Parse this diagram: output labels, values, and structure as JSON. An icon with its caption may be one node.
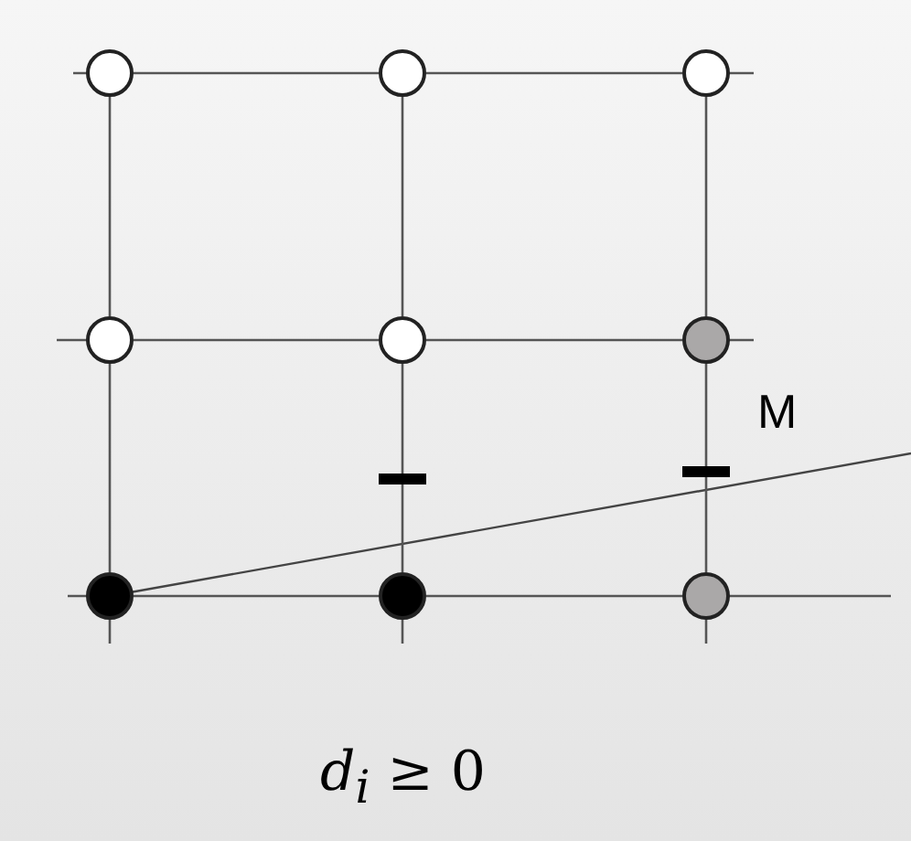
{
  "diagram": {
    "nodes": [
      {
        "text": [],
        "shape": "circle"
      },
      {
        "text": [],
        "shape": "circle"
      },
      {
        "text": [],
        "shape": "circle"
      },
      {
        "text": [],
        "shape": "circle"
      },
      {
        "text": [],
        "shape": "circle"
      },
      {
        "text": [],
        "shape": "circle"
      },
      {
        "text": [],
        "shape": "circle"
      },
      {
        "text": [],
        "shape": "circle"
      },
      {
        "text": [],
        "shape": "circle"
      }
    ],
    "edges": [
      {
        "from": 0,
        "to": 1,
        "arrow": "none"
      },
      {
        "from": 1,
        "to": 2,
        "arrow": "none"
      },
      {
        "from": 3,
        "to": 4,
        "arrow": "none"
      },
      {
        "from": 4,
        "to": 5,
        "arrow": "none"
      },
      {
        "from": 6,
        "to": 7,
        "arrow": "none"
      },
      {
        "from": 7,
        "to": 8,
        "arrow": "none"
      },
      {
        "from": 0,
        "to": 3,
        "arrow": "none"
      },
      {
        "from": 3,
        "to": 6,
        "arrow": "none"
      },
      {
        "from": 1,
        "to": 4,
        "arrow": "none"
      },
      {
        "from": 4,
        "to": 7,
        "arrow": "none"
      },
      {
        "from": 2,
        "to": 5,
        "arrow": "none"
      },
      {
        "from": 5,
        "to": 8,
        "arrow": "none"
      }
    ],
    "labels": [
      "M",
      "*d*$_{i}$ ≥ 0"
    ]
  }
}
